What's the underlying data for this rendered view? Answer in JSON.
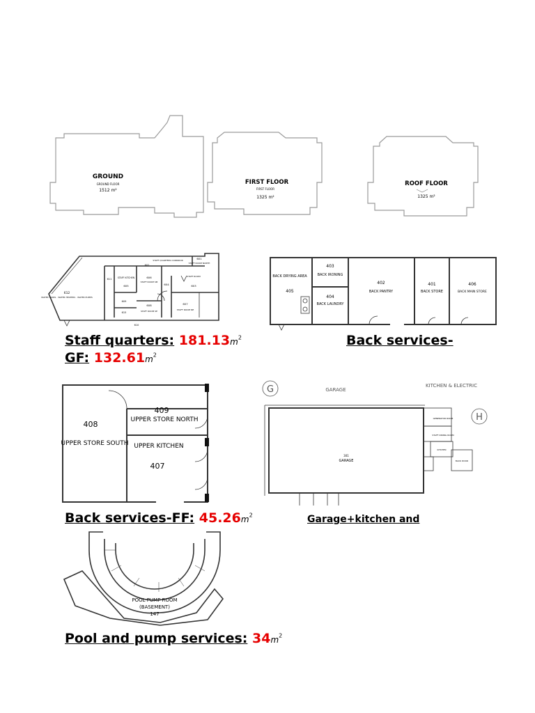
{
  "floors": {
    "ground": {
      "name": "GROUND",
      "sub": "GROUND FLOOR",
      "area": "1512 m²"
    },
    "first": {
      "name": "FIRST FLOOR",
      "sub": "FIRST FLOOR",
      "area": "1325 m²"
    },
    "roof": {
      "name": "ROOF FLOOR",
      "area": "1325 m²"
    }
  },
  "staff_plan": {
    "rooms": [
      {
        "num": "612",
        "name": "WATER TANKS · WATER HEATERS · WATER PUMPS"
      },
      {
        "num": "611",
        "name": "STAFF TOILETS CORRIDOR"
      },
      {
        "num": "605",
        "name": "STAFF KITCHEN"
      },
      {
        "num": "606",
        "name": "STAFF ROOM SM"
      },
      {
        "num": "604",
        "name": ""
      },
      {
        "num": "603",
        "name": "STAFF ROOM"
      },
      {
        "num": "602",
        "name": "STAFF QUARTERS CORRIDOR"
      },
      {
        "num": "601",
        "name": "STAFF ROOM NORTH"
      },
      {
        "num": "609",
        "name": "STAFF BATH"
      },
      {
        "num": "608",
        "name": "STAFF ROOM SE"
      },
      {
        "num": "607",
        "name": "STAFF ROOM NE"
      },
      {
        "num": "610",
        "name": ""
      },
      {
        "num": "615",
        "name": ""
      }
    ]
  },
  "back_gf_plan": {
    "rooms": [
      {
        "num": "405",
        "name": "BACK DRYING AREA"
      },
      {
        "num": "403",
        "name": "BACK IRONING"
      },
      {
        "num": "404",
        "name": "BACK LAUNDRY"
      },
      {
        "num": "402",
        "name": "BACK PANTRY"
      },
      {
        "num": "401",
        "name": "BACK STORE"
      },
      {
        "num": "406",
        "name": "BACK MAIN STORE"
      }
    ]
  },
  "back_ff_plan": {
    "rooms": [
      {
        "num": "408",
        "name": "UPPER STORE SOUTH"
      },
      {
        "num": "409",
        "name": "UPPER STORE NORTH"
      },
      {
        "num": "407",
        "name": "UPPER KITCHEN"
      }
    ]
  },
  "garage_plan": {
    "title_left": "GARAGE",
    "title_right": "KITCHEN & ELECTRIC",
    "marker_left": "G",
    "marker_right": "H",
    "garage_num": "301",
    "garage_name": "GARAGE",
    "small_rooms": [
      "GENERATOR ROOM",
      "STAFF DINING ROOM",
      "KITCHEN",
      "BACK DOOR"
    ]
  },
  "pool_plan": {
    "name": "POOL PUMP ROOM",
    "sub": "(BASEMENT)",
    "num": "147"
  },
  "captions": {
    "staff": {
      "label": "Staff quarters:",
      "value": "181.13",
      "unit": "m",
      "sup": "2"
    },
    "back_gf_a": {
      "label": "Back services-"
    },
    "back_gf_b": {
      "label": "GF:",
      "value": "132.61",
      "unit": "m",
      "sup": "2"
    },
    "back_ff": {
      "label": "Back services-FF:",
      "value": "45.26",
      "unit": "m",
      "sup": "2"
    },
    "garage": {
      "label": "Garage+kitchen and"
    },
    "pool": {
      "label": "Pool and pump services:",
      "value": "34",
      "unit": "m",
      "sup": "2"
    }
  },
  "colors": {
    "accent": "#e60000",
    "plan_line": "#333333",
    "outline": "#9a9a9a"
  }
}
